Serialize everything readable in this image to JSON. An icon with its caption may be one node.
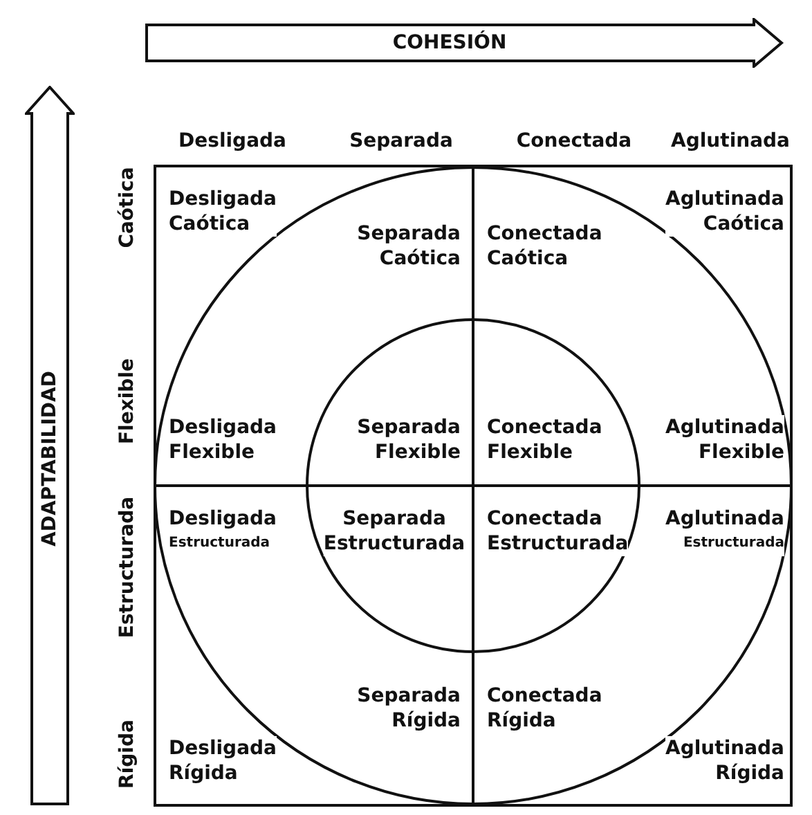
{
  "diagram": {
    "nodes": [
      {
        "text": [
          "COHESIÓN"
        ]
      },
      {
        "text": [
          "ADAPTABILIDAD"
        ]
      }
    ],
    "labels": [
      "Desligada",
      "Separada",
      "Conectada",
      "Aglutinada",
      "Caótica",
      "Flexible",
      "Estructurada",
      "Rígida",
      "Desligada Caótica",
      "Separada Caótica",
      "Conectada Caótica",
      "Aglutinada Caótica",
      "Desligada Flexible",
      "Separada Flexible",
      "Conectada Flexible",
      "Aglutinada Flexible",
      "Desligada Estructurada",
      "Separada Estructurada",
      "Conectada Estructurada",
      "Aglutinada Estructurada",
      "Desligada Rígida",
      "Separada Rígida",
      "Conectada Rígida",
      "Aglutinada Rígida"
    ]
  }
}
